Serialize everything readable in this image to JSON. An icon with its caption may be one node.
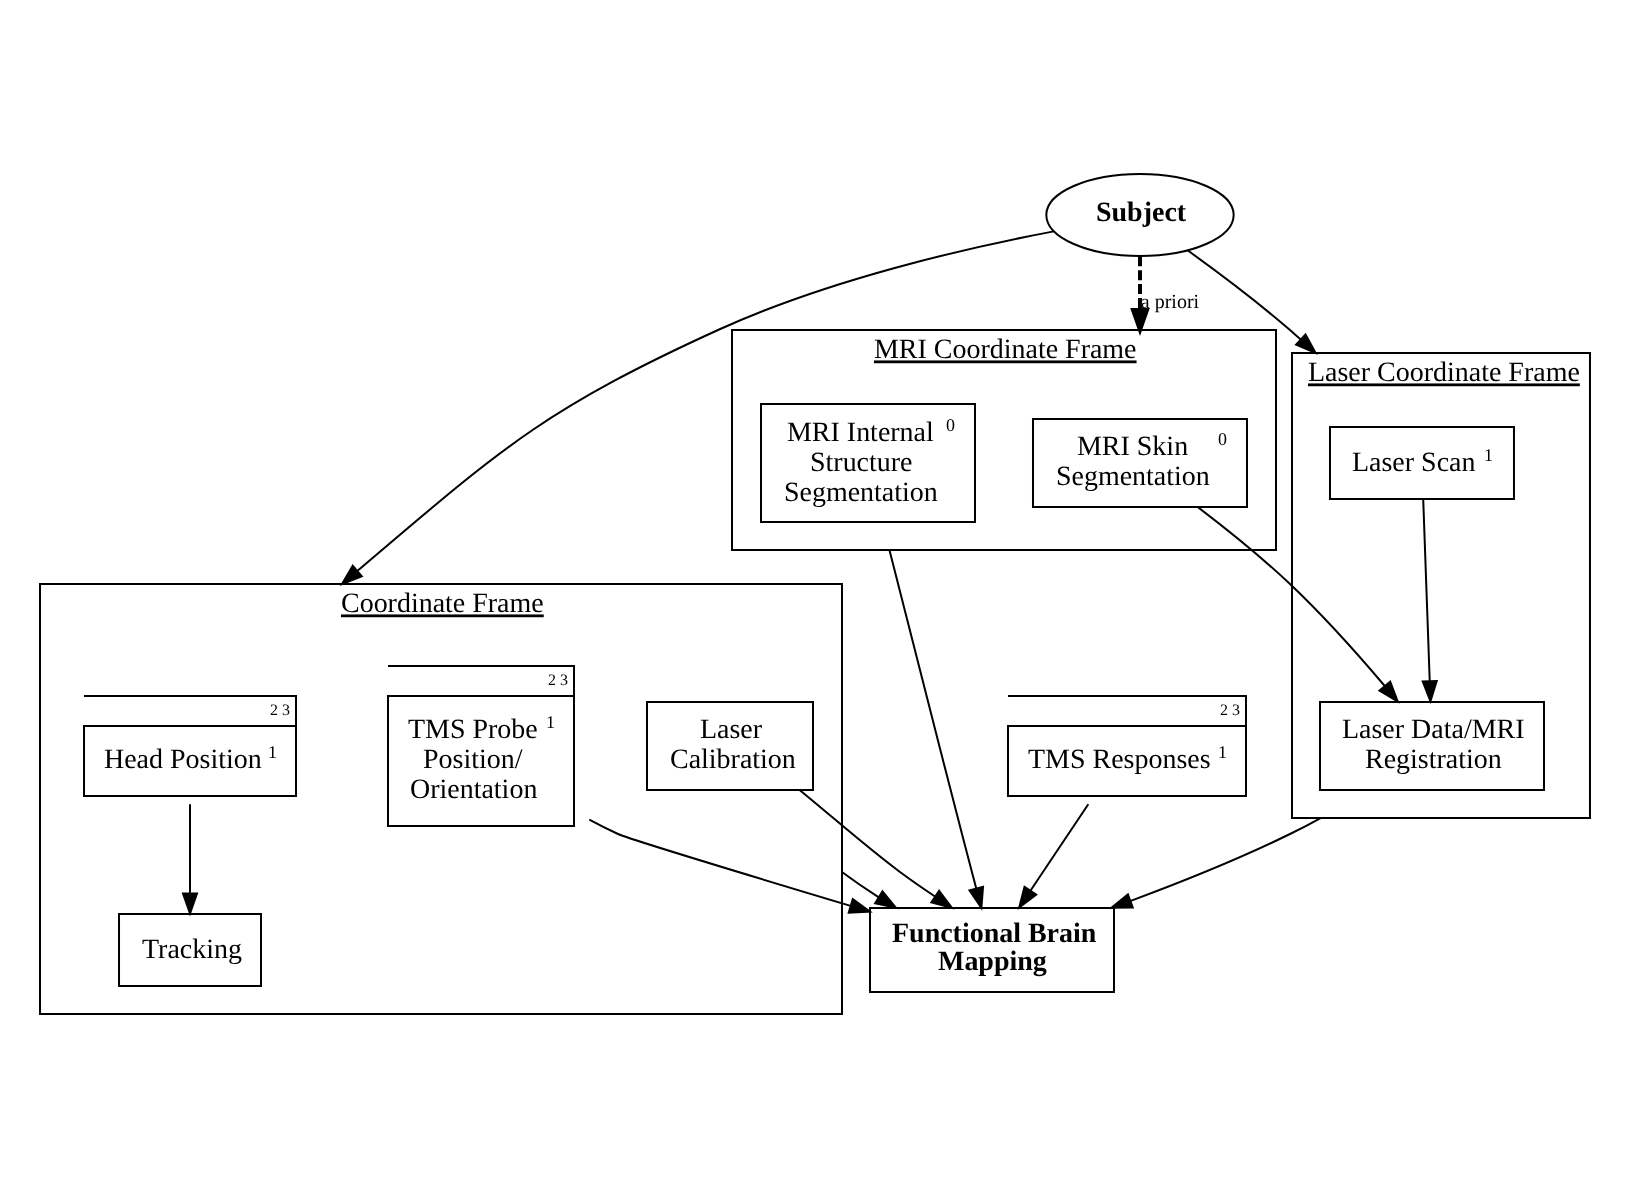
{
  "diagram": {
    "nodes": [
      {
        "text": [
          "Subject"
        ]
      },
      {
        "text": [
          "MRI Coordinate Frame"
        ]
      },
      {
        "text": [
          "MRI Skin Segmentation",
          "0"
        ],
        "in": 1
      },
      {
        "text": [
          "MRI Internal Structure Segmentation",
          "0"
        ],
        "in": 1
      },
      {
        "text": [
          "Laser Coordinate Frame"
        ]
      },
      {
        "text": [
          "Laser Scan",
          "1"
        ],
        "in": 4
      },
      {
        "text": [
          "Laser Data/MRI Registration"
        ],
        "in": 4
      },
      {
        "text": [
          "Coordinate Frame"
        ]
      },
      {
        "text": [
          "Head Position",
          "1"
        ],
        "in": 7,
        "beside": [
          "2",
          "3"
        ]
      },
      {
        "text": [
          "TMS Probe Position/ Orientation",
          "1"
        ],
        "in": 7,
        "beside": [
          "2",
          "3"
        ]
      },
      {
        "text": [
          "Tracking"
        ],
        "in": 7
      },
      {
        "text": [
          "Laser Calibration"
        ],
        "in": 7
      },
      {
        "text": [
          "TMS Responses",
          "1"
        ],
        "beside": [
          "2",
          "3"
        ]
      },
      {
        "text": [
          "Functional Brain Mapping"
        ]
      }
    ],
    "edges": [
      {
        "from": 0,
        "to": 1,
        "arrow": "to",
        "label": "a priori",
        "style": "dashed"
      },
      {
        "from": 0,
        "to": 4,
        "arrow": "to"
      },
      {
        "from": 0,
        "to": 7,
        "arrow": "to"
      },
      {
        "from": 2,
        "to": 6,
        "arrow": "to"
      },
      {
        "from": 5,
        "to": 6,
        "arrow": "to"
      },
      {
        "from": 8,
        "to": 10,
        "arrow": "to"
      },
      {
        "from": 1,
        "to": 13,
        "arrow": "to"
      },
      {
        "from": 4,
        "to": 13,
        "arrow": "to"
      },
      {
        "from": 7,
        "to": 13,
        "arrow": "to"
      },
      {
        "from": 9,
        "to": 13,
        "arrow": "to"
      },
      {
        "from": 11,
        "to": 13,
        "arrow": "to"
      },
      {
        "from": 12,
        "to": 13,
        "arrow": "to"
      }
    ]
  }
}
